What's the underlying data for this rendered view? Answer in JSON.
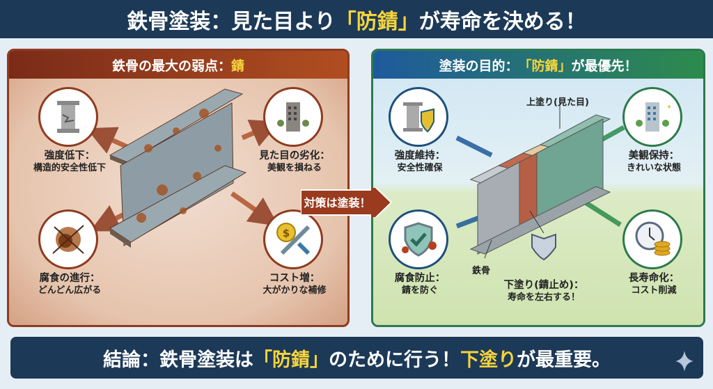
{
  "title": {
    "part1": "鉄骨塗装：見た目より",
    "highlight": "「防錆」",
    "part2": "が寿命を決める！"
  },
  "left_panel": {
    "header": {
      "text": "鉄骨の最大の弱点：",
      "highlight": "錆"
    },
    "items": [
      {
        "title": "強度低下：",
        "desc": "構造的安全性低下",
        "icon": "cracked-pillar-icon"
      },
      {
        "title": "見た目の劣化：",
        "desc": "美観を損ねる",
        "icon": "damaged-building-icon"
      },
      {
        "title": "腐食の進行：",
        "desc": "どんどん広がる",
        "icon": "spreading-rust-icon"
      },
      {
        "title": "コスト増：",
        "desc": "大がかりな補修",
        "icon": "coin-wrench-icon"
      }
    ]
  },
  "transition": {
    "text": "対策は塗装！"
  },
  "right_panel": {
    "header": {
      "text1": "塗装の目的：",
      "highlight": "「防錆」",
      "text2": "が最優先！"
    },
    "items": [
      {
        "title": "強度維持：",
        "desc": "安全性確保",
        "icon": "pillar-shield-icon"
      },
      {
        "title": "美観保持：",
        "desc": "きれいな状態",
        "icon": "clean-building-icon"
      },
      {
        "title": "腐食防止：",
        "desc": "錆を防ぐ",
        "icon": "check-shield-icon"
      },
      {
        "title": "長寿命化：",
        "desc": "コスト削減",
        "icon": "clock-coins-icon"
      }
    ],
    "labels": {
      "top_coat": "上塗り(見た目)",
      "steel": "鉄骨",
      "primer_title": "下塗り(錆止め)：",
      "primer_desc": "寿命を左右する！"
    }
  },
  "conclusion": {
    "part1": "結論：鉄骨塗装は",
    "highlight1": "「防錆」",
    "part2": "のために行う！",
    "highlight2": "下塗り",
    "part3": "が最重要。"
  },
  "colors": {
    "navy": "#1c3957",
    "yellow": "#f6d43c",
    "rust": "#8e3b20",
    "blue": "#1e5a9c",
    "green": "#2d8b4c"
  }
}
